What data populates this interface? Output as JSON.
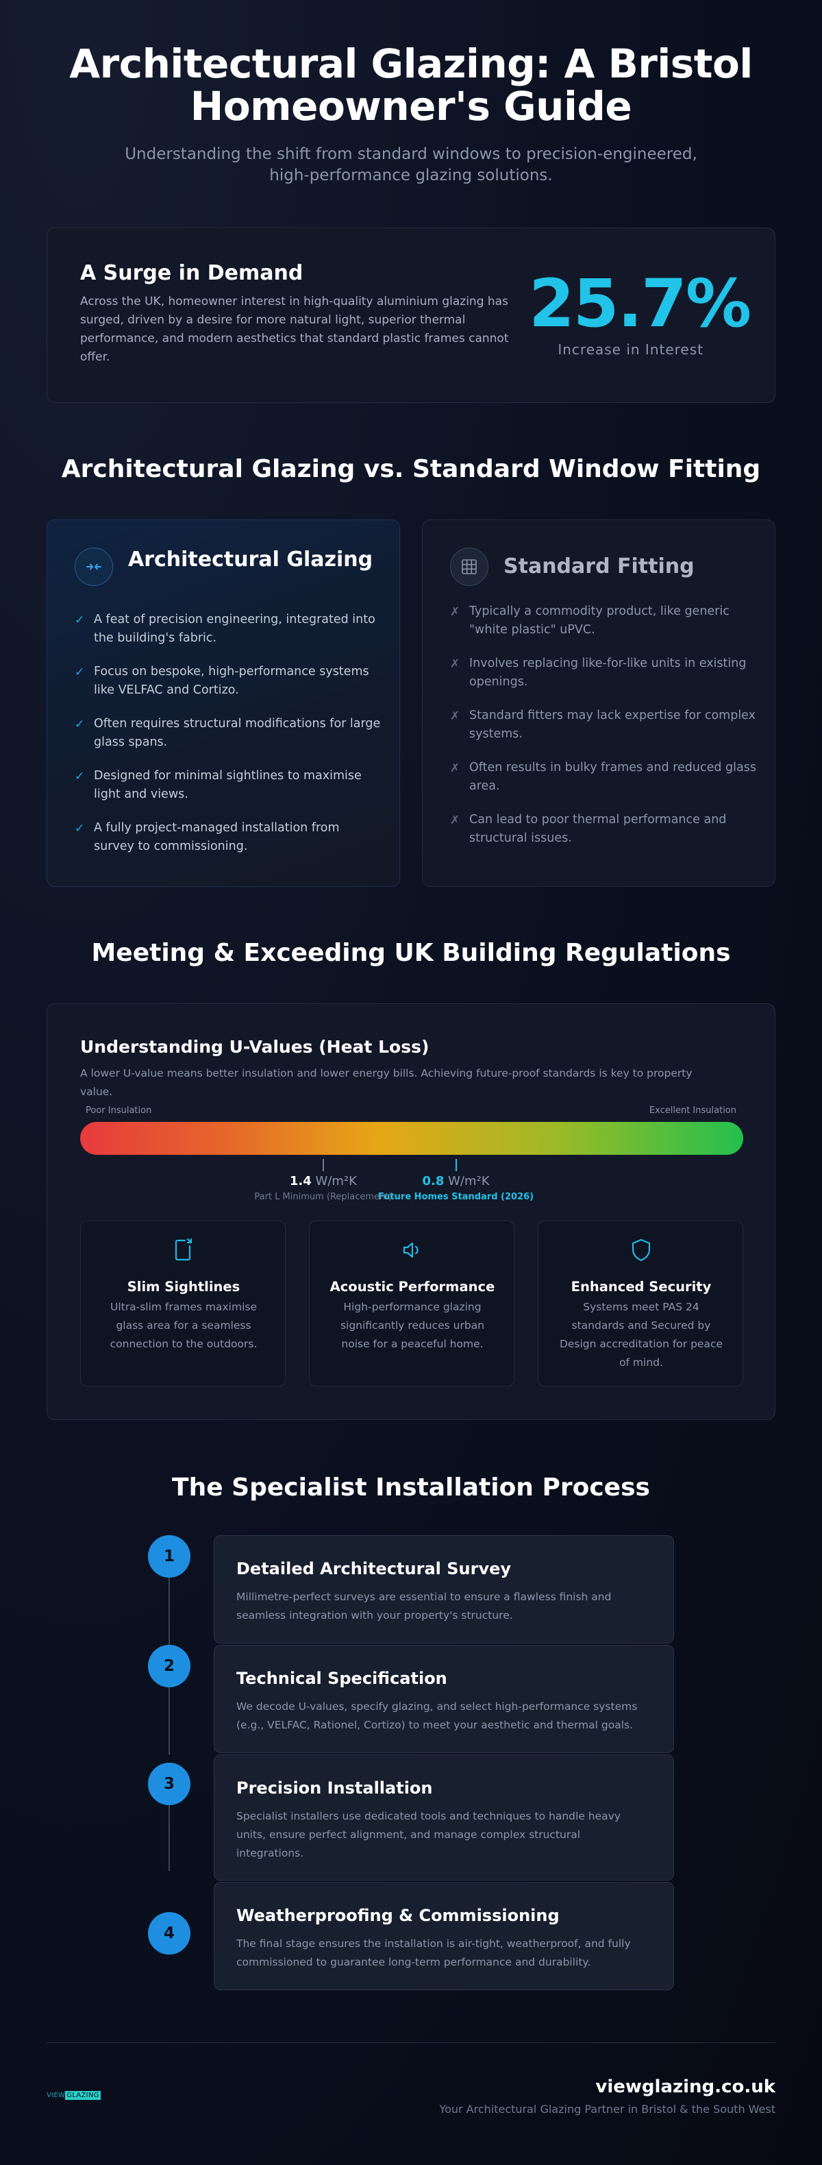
{
  "header": {
    "title_line1": "Architectural Glazing: A Bristol",
    "title_line2": "Homeowner's Guide",
    "subtitle_line1": "Understanding the shift from standard windows to precision-engineered,",
    "subtitle_line2": "high-performance glazing solutions."
  },
  "demand": {
    "title": "A Surge in Demand",
    "text": "Across the UK, homeowner interest in high-quality aluminium glazing has surged, driven by a desire for more natural light, superior thermal performance, and modern aesthetics that standard plastic frames cannot offer.",
    "stat": "25.7%",
    "stat_label": "Increase in Interest"
  },
  "comparison": {
    "title": "Architectural Glazing vs. Standard Window Fitting",
    "architectural": {
      "icon": "compress-arrows-icon",
      "heading": "Architectural Glazing",
      "items": [
        "A feat of precision engineering, integrated into the building's fabric.",
        "Focus on bespoke, high-performance systems like VELFAC and Cortizo.",
        "Often requires structural modifications for large glass spans.",
        "Designed for minimal sightlines to maximise light and views.",
        "A fully project-managed installation from survey to commissioning."
      ]
    },
    "standard": {
      "icon": "window-grid-icon",
      "heading": "Standard Fitting",
      "items": [
        "Typically a commodity product, like generic \"white plastic\" uPVC.",
        "Involves replacing like-for-like units in existing openings.",
        "Standard fitters may lack expertise for complex systems.",
        "Often results in bulky frames and reduced glass area.",
        "Can lead to poor thermal performance and structural issues."
      ]
    },
    "check_mark": "✓",
    "cross_mark": "✗"
  },
  "regulations": {
    "title": "Meeting & Exceeding UK Building Regulations",
    "card_title": "Understanding U-Values (Heat Loss)",
    "card_text": "A lower U-value means better insulation and lower energy bills. Achieving future-proof standards is key to property value.",
    "scale_left": "Poor Insulation",
    "scale_right": "Excellent Insulation",
    "scale_min": 2.5,
    "scale_max": -0.5,
    "markers": [
      {
        "value": 0.8,
        "value_text": "0.8",
        "unit": "W/m²K",
        "label": "Future Homes Standard (2026)",
        "color": "#22c3e8"
      },
      {
        "value": 1.4,
        "value_text": "1.4",
        "unit": "W/m²K",
        "label": "Part L Minimum (Replacement)",
        "color": "#6f7a90"
      }
    ],
    "features": [
      {
        "icon": "door-arrow-icon",
        "title": "Slim Sightlines",
        "text": "Ultra-slim frames maximise glass area for a seamless connection to the outdoors."
      },
      {
        "icon": "speaker-icon",
        "title": "Acoustic Performance",
        "text": "High-performance glazing significantly reduces urban noise for a peaceful home."
      },
      {
        "icon": "shield-icon",
        "title": "Enhanced Security",
        "text": "Systems meet PAS 24 standards and Secured by Design accreditation for peace of mind."
      }
    ]
  },
  "process": {
    "title": "The Specialist Installation Process",
    "steps": [
      {
        "num": "1",
        "title": "Detailed Architectural Survey",
        "text": "Millimetre-perfect surveys are essential to ensure a flawless finish and seamless integration with your property's structure."
      },
      {
        "num": "2",
        "title": "Technical Specification",
        "text": "We decode U-values, specify glazing, and select high-performance systems (e.g., VELFAC, Rationel, Cortizo) to meet your aesthetic and thermal goals."
      },
      {
        "num": "3",
        "title": "Precision Installation",
        "text": "Specialist installers use dedicated tools and techniques to handle heavy units, ensure perfect alignment, and manage complex structural integrations."
      },
      {
        "num": "4",
        "title": "Weatherproofing & Commissioning",
        "text": "The final stage ensures the installation is air-tight, weatherproof, and fully commissioned to guarantee long-term performance and durability."
      }
    ]
  },
  "footer": {
    "logo_part1": "VIEW",
    "logo_part2": "GLAZING",
    "site": "viewglazing.co.uk",
    "tagline": "Your Architectural Glazing Partner in Bristol & the South West"
  },
  "colors": {
    "accent": "#22c3e8",
    "step_circle": "#1e8fe0",
    "background": "#0b1020",
    "card": "#121827"
  }
}
